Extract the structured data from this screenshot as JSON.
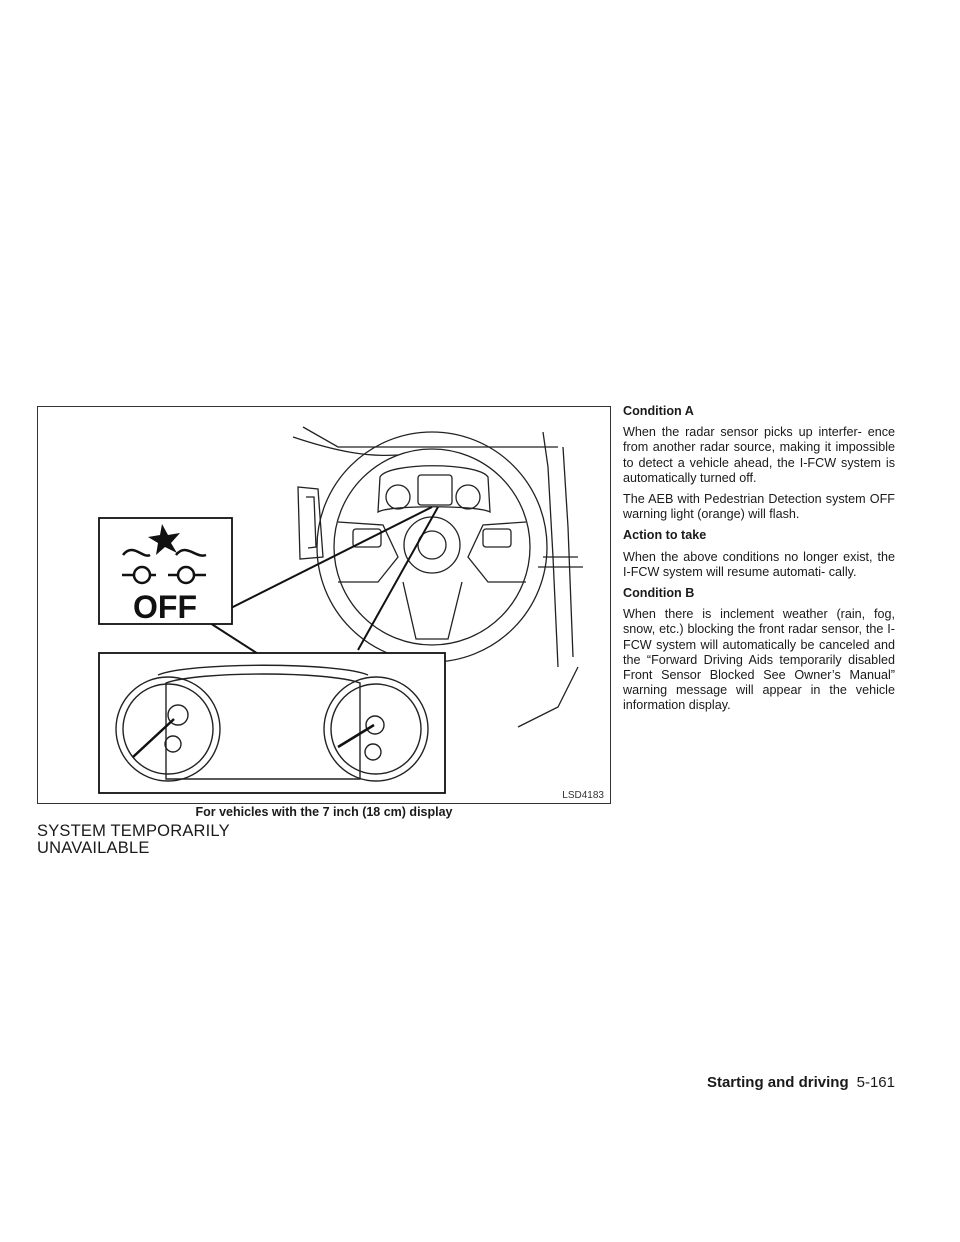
{
  "figure": {
    "warning_icon_label": "OFF",
    "figure_code": "LSD4183",
    "caption": "For vehicles with the 7 inch (18 cm) display"
  },
  "section_heading": {
    "line1": "SYSTEM TEMPORARILY",
    "line2": "UNAVAILABLE"
  },
  "content": {
    "condition_a": {
      "heading": "Condition A",
      "para1": "When the radar sensor picks up interfer- ence from another radar source, making it impossible to detect a vehicle ahead, the I-FCW system is automatically turned off.",
      "para2": "The AEB with Pedestrian Detection system OFF warning light (orange) will flash."
    },
    "action": {
      "heading": "Action to take",
      "para": "When the above conditions no longer exist, the I-FCW system will resume automati- cally."
    },
    "condition_b": {
      "heading": "Condition B",
      "para": "When there is inclement weather (rain, fog, snow, etc.) blocking the front radar sensor, the I-FCW system will automatically be canceled and the “Forward Driving Aids temporarily disabled Front Sensor Blocked See Owner’s Manual” warning message will appear in the vehicle information display."
    }
  },
  "footer": {
    "section": "Starting and driving",
    "page": "5-161"
  }
}
